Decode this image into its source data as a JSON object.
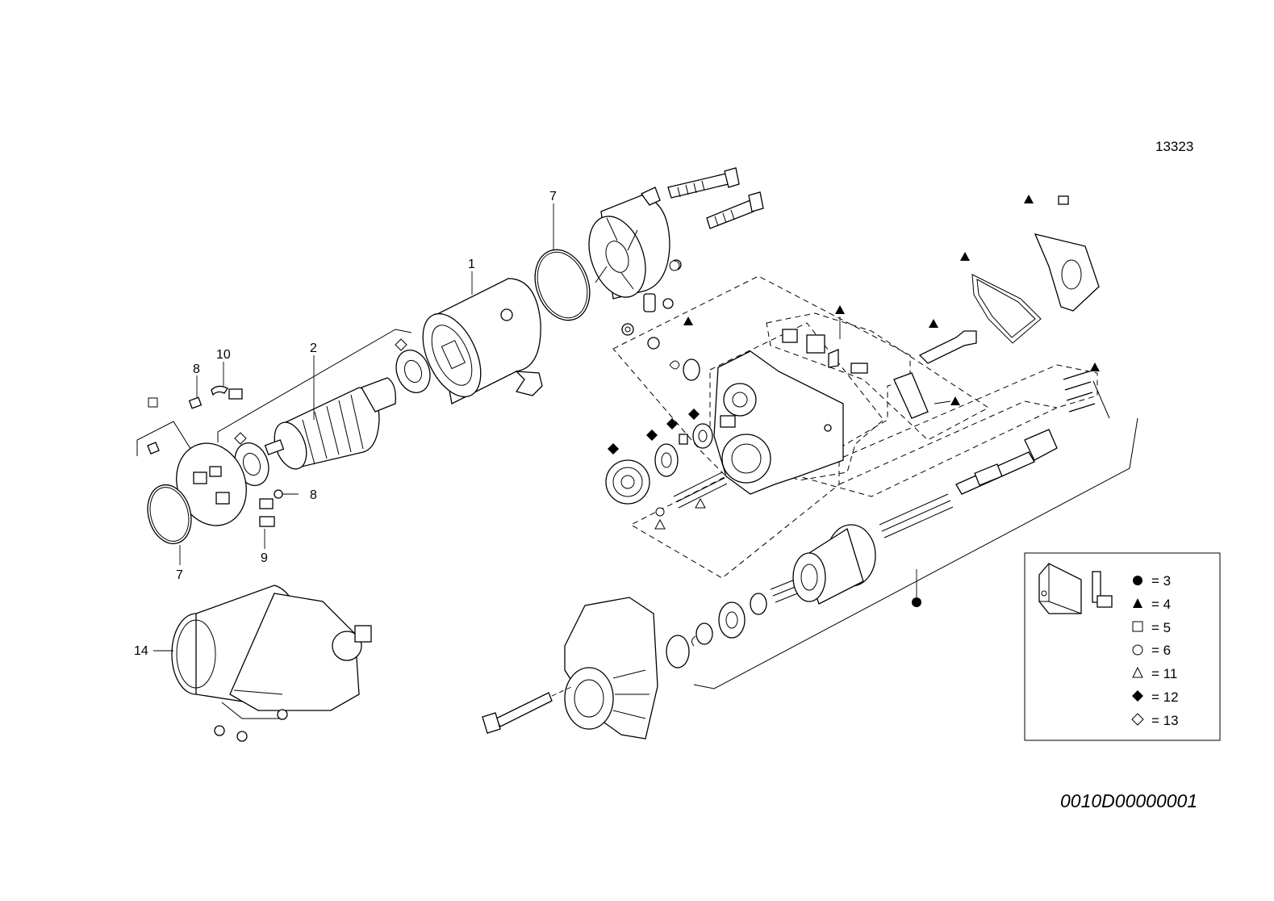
{
  "drawing_ref": "13323",
  "drawing_code": "0010D00000001",
  "callouts": [
    {
      "id": "1",
      "label": "1"
    },
    {
      "id": "2",
      "label": "2"
    },
    {
      "id": "7a",
      "label": "7"
    },
    {
      "id": "7b",
      "label": "7"
    },
    {
      "id": "8a",
      "label": "8"
    },
    {
      "id": "8b",
      "label": "8"
    },
    {
      "id": "9",
      "label": "9"
    },
    {
      "id": "10",
      "label": "10"
    },
    {
      "id": "14",
      "label": "14"
    }
  ],
  "legend": [
    {
      "symbol": "filled-circle",
      "text": "= 3"
    },
    {
      "symbol": "filled-triangle",
      "text": "= 4"
    },
    {
      "symbol": "open-square",
      "text": "= 5"
    },
    {
      "symbol": "open-circle",
      "text": "= 6"
    },
    {
      "symbol": "open-triangle",
      "text": "= 11"
    },
    {
      "symbol": "filled-diamond",
      "text": "= 12"
    },
    {
      "symbol": "open-diamond",
      "text": "= 13"
    }
  ]
}
